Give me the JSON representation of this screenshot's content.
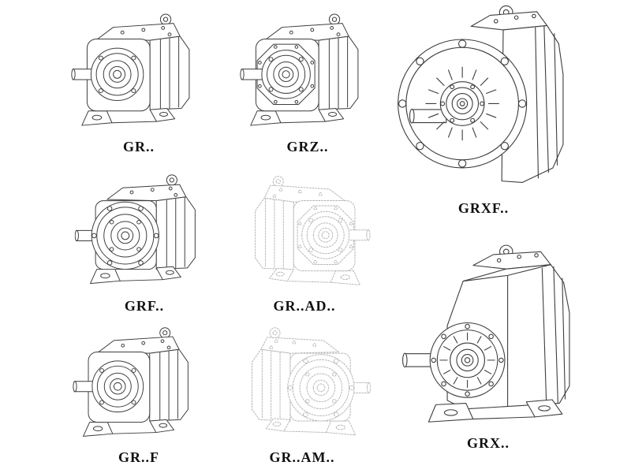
{
  "theme": {
    "background": "#ffffff",
    "line_color": "#3d3d3d",
    "ghost_line_color": "#b6b6b6",
    "label_color": "#101010"
  },
  "products": [
    {
      "id": "gr",
      "label": "GR..",
      "line_style": "solid",
      "depicts": "foot-mounted helical gear unit, input shaft left"
    },
    {
      "id": "grz",
      "label": "GRZ..",
      "line_style": "solid",
      "depicts": "foot-mounted helical gear unit with octagonal front plate"
    },
    {
      "id": "grxf",
      "label": "GRXF..",
      "line_style": "solid",
      "depicts": "large flange-mounted helical gear unit, big circular flange"
    },
    {
      "id": "grf",
      "label": "GRF..",
      "line_style": "solid",
      "depicts": "flange-mounted helical gear unit with feet"
    },
    {
      "id": "grad",
      "label": "GR..AD..",
      "line_style": "ghost",
      "depicts": "helical gear unit with input shaft adapter (phantom lines)"
    },
    {
      "id": "grff",
      "label": "GR..F",
      "line_style": "solid",
      "depicts": "foot-mounted helical gear unit with output flange"
    },
    {
      "id": "gram",
      "label": "GR..AM..",
      "line_style": "ghost",
      "depicts": "helical gear unit with motor adapter flange (phantom lines)"
    },
    {
      "id": "grx",
      "label": "GRX..",
      "line_style": "solid",
      "depicts": "large foot-mounted helical gear unit with ribbed housing"
    }
  ]
}
